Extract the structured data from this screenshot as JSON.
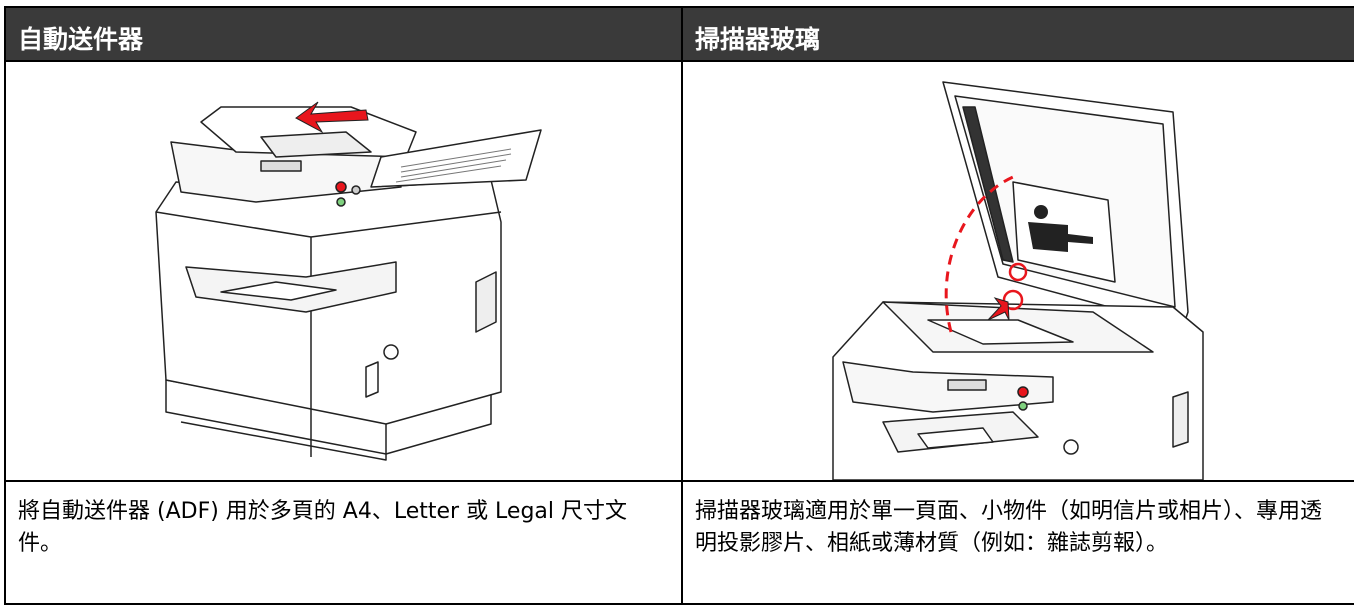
{
  "columns": [
    {
      "header": "自動送件器",
      "caption": "將自動送件器 (ADF) 用於多頁的 A4、Letter 或 Legal 尺寸文件。",
      "illustration": "printer-with-adf-feeding-paper"
    },
    {
      "header": "掃描器玻璃",
      "caption": "掃描器玻璃適用於單一頁面、小物件（如明信片或相片）、專用透明投影膠片、相紙或薄材質（例如：雜誌剪報）。",
      "illustration": "printer-with-open-scanner-lid"
    }
  ],
  "colors": {
    "header_bg": "#3a3a3a",
    "header_text": "#ffffff",
    "accent_red": "#e8161d"
  }
}
